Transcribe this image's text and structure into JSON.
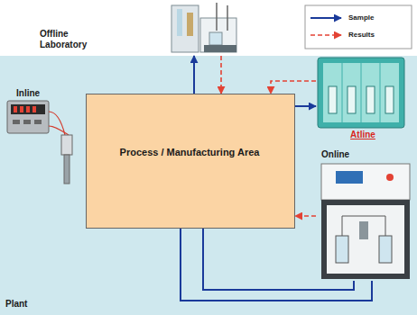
{
  "diagram": {
    "nodes": [
      {
        "text": [
          "Offline Laboratory"
        ]
      },
      {
        "text": [
          "Plant"
        ]
      },
      {
        "text": [
          "Inline"
        ],
        "in": 1
      },
      {
        "text": [
          "Process / Manufacturing Area"
        ],
        "in": 1
      },
      {
        "text": [
          "Atline"
        ],
        "in": 1
      },
      {
        "text": [
          "Online"
        ],
        "in": 1
      }
    ],
    "edges": [
      {
        "from": 3,
        "to": 0,
        "arrow": "to"
      },
      {
        "from": 0,
        "to": 3,
        "arrow": "to"
      },
      {
        "from": 3,
        "to": 4,
        "arrow": "to"
      },
      {
        "from": 4,
        "to": 3,
        "arrow": "to"
      },
      {
        "from": 3,
        "to": 5,
        "arrow": "none"
      },
      {
        "from": 3,
        "to": 5,
        "arrow": "none"
      },
      {
        "from": 5,
        "to": 3,
        "arrow": "to"
      }
    ],
    "legend": [
      {
        "text": "Sample"
      },
      {
        "text": "Results"
      }
    ]
  }
}
